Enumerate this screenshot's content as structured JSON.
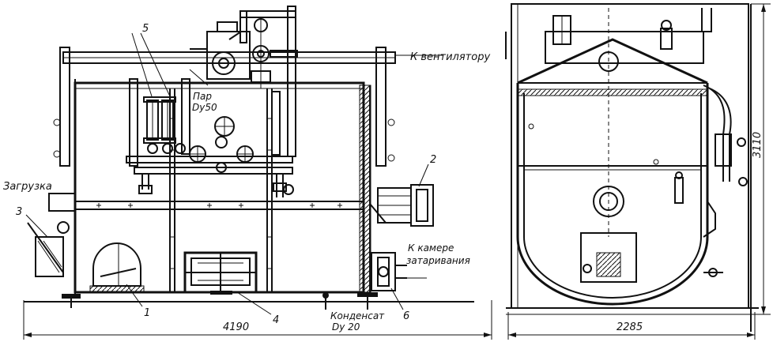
{
  "labels": {
    "to_fan": "К вентилятору",
    "loading": "Загрузка",
    "steam": "Пар",
    "steam_dn": "Dy50",
    "to_packing_1": "К камере",
    "to_packing_2": "затаривания",
    "condensate": "Конденсат",
    "condensate_dn": "Dy 20"
  },
  "callouts": {
    "n1": "1",
    "n2": "2",
    "n3": "3",
    "n4": "4",
    "n5": "5",
    "n6": "6"
  },
  "dimensions": {
    "length": "4190",
    "width": "2285",
    "height": "3110"
  }
}
